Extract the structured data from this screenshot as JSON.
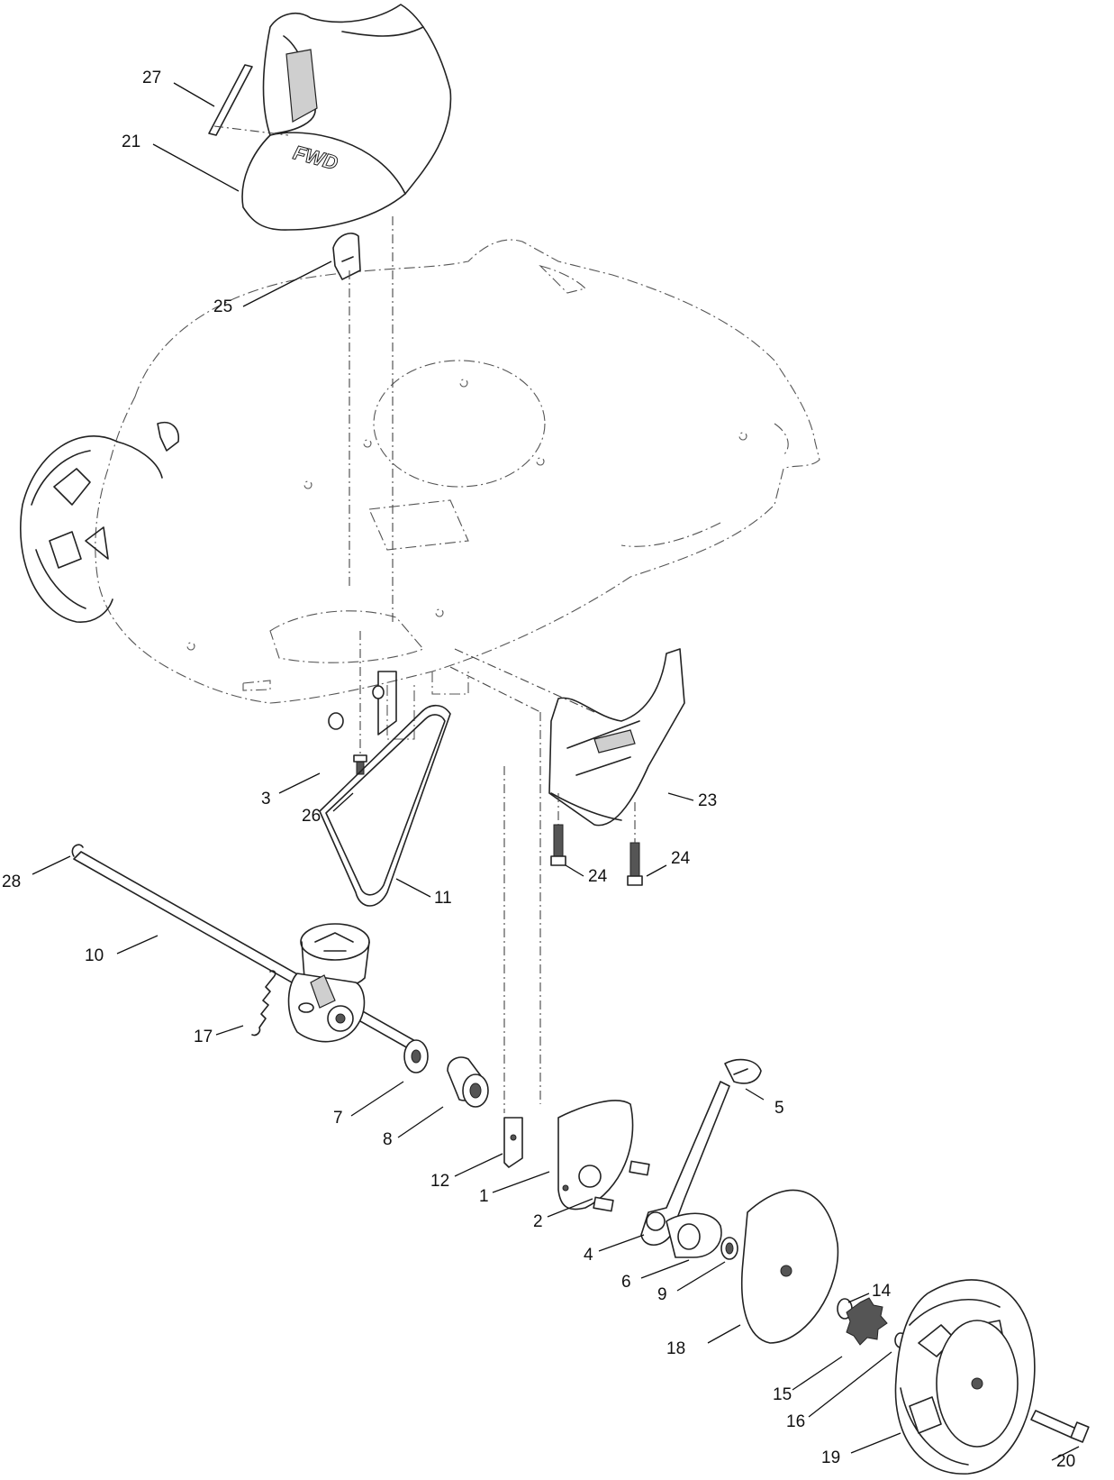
{
  "callouts": [
    {
      "label": "1"
    },
    {
      "label": "2"
    },
    {
      "label": "3"
    },
    {
      "label": "4"
    },
    {
      "label": "5"
    },
    {
      "label": "6"
    },
    {
      "label": "7"
    },
    {
      "label": "8"
    },
    {
      "label": "9"
    },
    {
      "label": "10"
    },
    {
      "label": "11"
    },
    {
      "label": "12"
    },
    {
      "label": "14"
    },
    {
      "label": "15"
    },
    {
      "label": "16"
    },
    {
      "label": "17"
    },
    {
      "label": "18"
    },
    {
      "label": "19"
    },
    {
      "label": "20"
    },
    {
      "label": "21"
    },
    {
      "label": "23"
    },
    {
      "label": "24"
    },
    {
      "label": "24"
    },
    {
      "label": "25"
    },
    {
      "label": "26"
    },
    {
      "label": "27"
    },
    {
      "label": "28"
    }
  ],
  "cover_marking": "FWD"
}
